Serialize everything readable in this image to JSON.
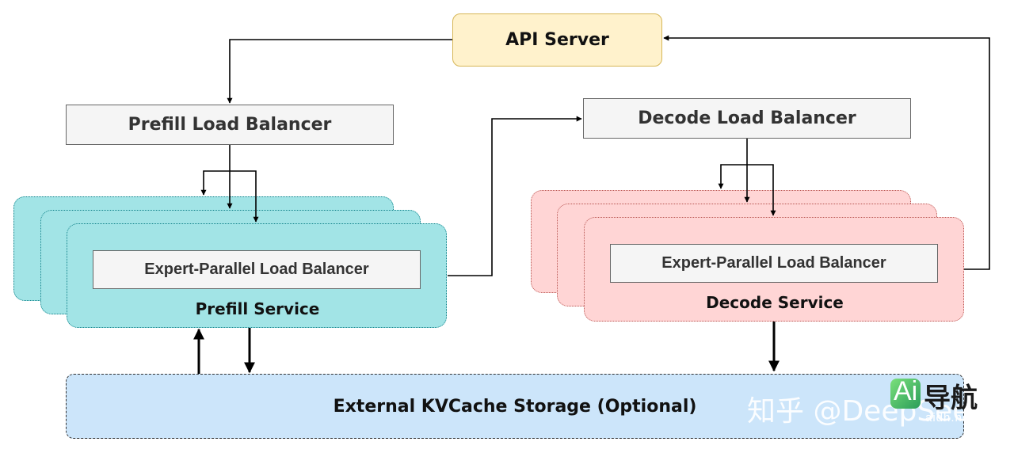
{
  "nodes": {
    "api_server": "API Server",
    "prefill_lb": "Prefill Load Balancer",
    "decode_lb": "Decode Load Balancer",
    "prefill_eplb": "Expert-Parallel Load Balancer",
    "prefill_service": "Prefill Service",
    "decode_eplb": "Expert-Parallel Load Balancer",
    "decode_service": "Decode Service",
    "kvcache": "External KVCache Storage (Optional)"
  },
  "watermark": {
    "zhihu": "知乎 @DeepSeek",
    "logo_ai": "Ai",
    "logo_nav": "导航",
    "logo_url": "aidh.net"
  },
  "colors": {
    "api_fill": "#fff2cc",
    "api_border": "#d6b656",
    "lb_fill": "#f5f5f5",
    "lb_border": "#666666",
    "prefill_fill": "#a2e4e6",
    "prefill_border": "#0e8088",
    "decode_fill": "#ffd5d5",
    "decode_border": "#b85450",
    "kv_fill": "#cce5fa",
    "kv_border": "#333333"
  }
}
